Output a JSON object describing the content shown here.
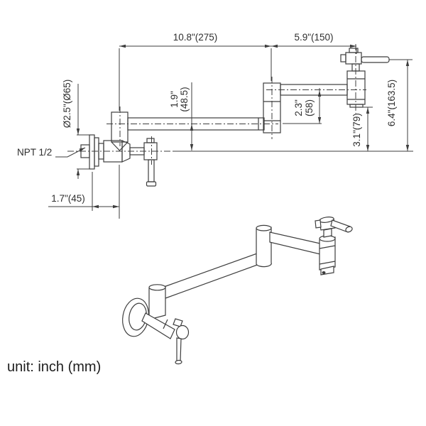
{
  "drawing": {
    "type": "technical-dimension-diagram",
    "subject": "wall-mount pot filler faucet",
    "unit_label": "unit: inch (mm)",
    "dims": {
      "span_main": "10.8\"(275)",
      "span_spout": "5.9\"(150)",
      "flange_diameter": "Ø2.5\"(Ø65)",
      "drop_inch": "1.9\"",
      "drop_mm": "(48.5)",
      "arm_gap_inch": "2.3\"",
      "arm_gap_mm": "(58)",
      "outlet_height": "3.1\"(79)",
      "overall_height": "6.4\"(163.5)",
      "thread_spec": "NPT 1/2",
      "wall_clearance": "1.7\"(45)"
    },
    "colors": {
      "line": "#3d3d3d",
      "text": "#2e2e2e",
      "background": "#ffffff"
    }
  }
}
